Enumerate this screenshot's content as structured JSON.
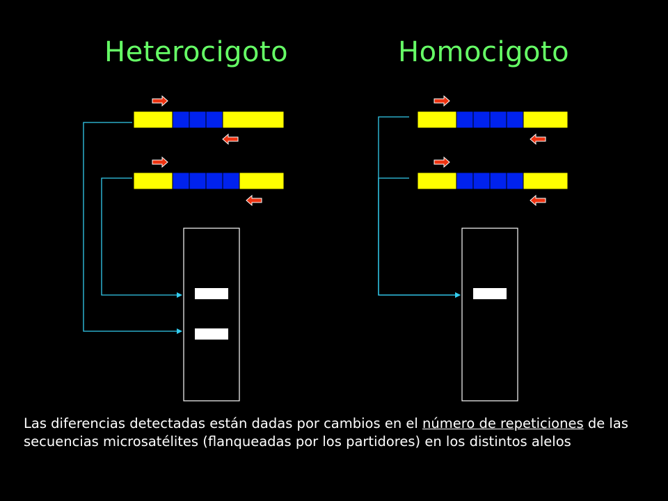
{
  "titles": {
    "heterozygote": "Heterocigoto",
    "homozygote": "Homocigoto"
  },
  "caption": {
    "part1": "Las diferencias detectadas están dadas por cambios en el ",
    "underlined": "número de repeticiones",
    "part2": " de las secuencias microsatélites (flanqueadas por los partidores) en los distintos alelos"
  },
  "colors": {
    "flank": "#ffff00",
    "repeat": "#0022ee",
    "primer": "#ee3311",
    "connector": "#33ccee",
    "band": "#ffffff",
    "title": "#66ff66",
    "background": "#000000"
  },
  "panels": [
    {
      "name": "heterozygote",
      "alleles": [
        {
          "repeats": 3
        },
        {
          "repeats": 4
        }
      ],
      "gel_bands": 2
    },
    {
      "name": "homozygote",
      "alleles": [
        {
          "repeats": 4
        },
        {
          "repeats": 4
        }
      ],
      "gel_bands": 1
    }
  ]
}
